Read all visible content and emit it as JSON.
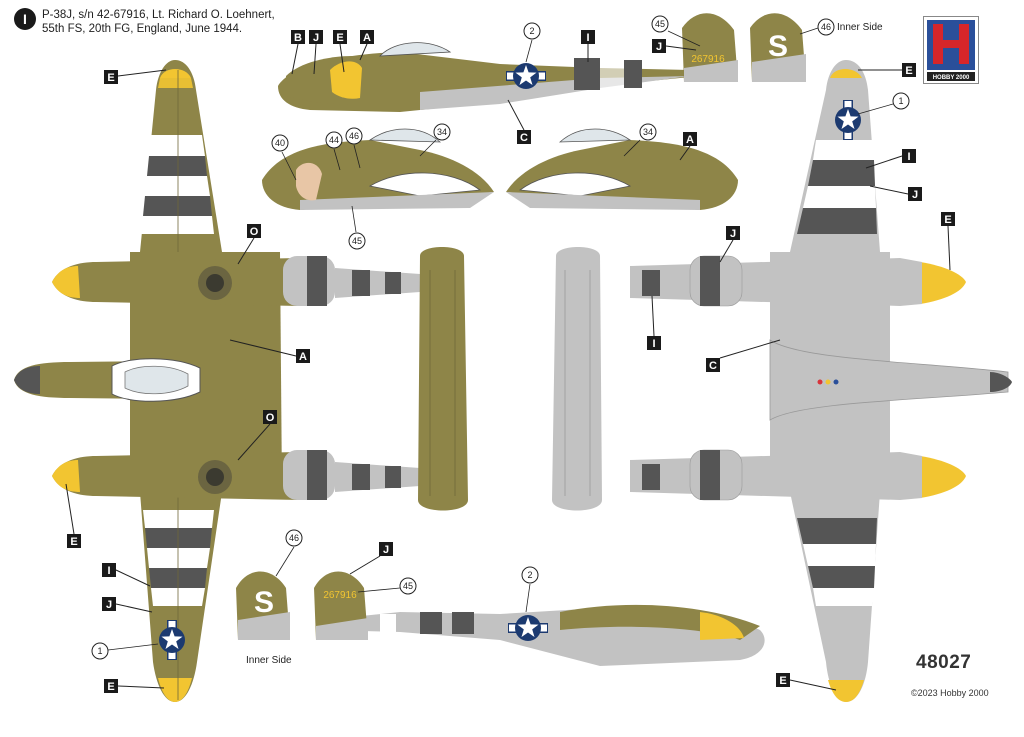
{
  "header": {
    "badge": "I",
    "line1": "P-38J, s/n 42-67916, Lt. Richard O. Loehnert,",
    "line2": "55th FS, 20th FG, England, June 1944."
  },
  "brand": {
    "logo_text": "HOBBY 2000",
    "product_number": "48027",
    "copyright": "©2023 Hobby 2000"
  },
  "notes": {
    "inner_side_top": "Inner Side",
    "inner_side_bottom": "Inner Side"
  },
  "fin_serial": "267916",
  "fin_letter": "S",
  "colors": {
    "olive_drab": "#8e8548",
    "neutral_gray": "#c2c2c2",
    "invasion_black": "#555555",
    "yellow": "#f2c531",
    "insignia_blue": "#1c3a70",
    "panel_line": "#6f683a"
  },
  "callouts": {
    "A": "A",
    "B": "B",
    "C": "C",
    "E": "E",
    "I": "I",
    "J": "J",
    "O": "O",
    "n1": "1",
    "n2": "2",
    "n34": "34",
    "n40": "40",
    "n44": "44",
    "n45": "45",
    "n46": "46"
  }
}
